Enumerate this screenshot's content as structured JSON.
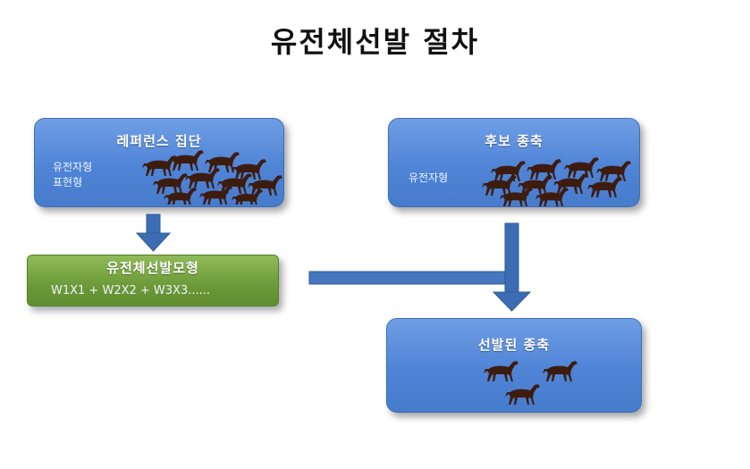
{
  "title": "유전체선발 절차",
  "reference_group": {
    "title": "레퍼런스 집단",
    "line1": "유전자형",
    "line2": "표현형"
  },
  "candidate_group": {
    "title": "후보 종축",
    "line1": "유전자형"
  },
  "model": {
    "title": "유전체선발모형",
    "formula": "W1X1 + W2X2 + W3X3......"
  },
  "selected": {
    "title": "선발된 종축"
  },
  "colors": {
    "box_blue": "#4f84d6",
    "box_green": "#6c9a38",
    "arrow": "#3c6db3",
    "horse": "#3d1c10"
  },
  "icons": [
    "horse-icon",
    "down-arrow-icon",
    "connector-arrow-icon"
  ]
}
